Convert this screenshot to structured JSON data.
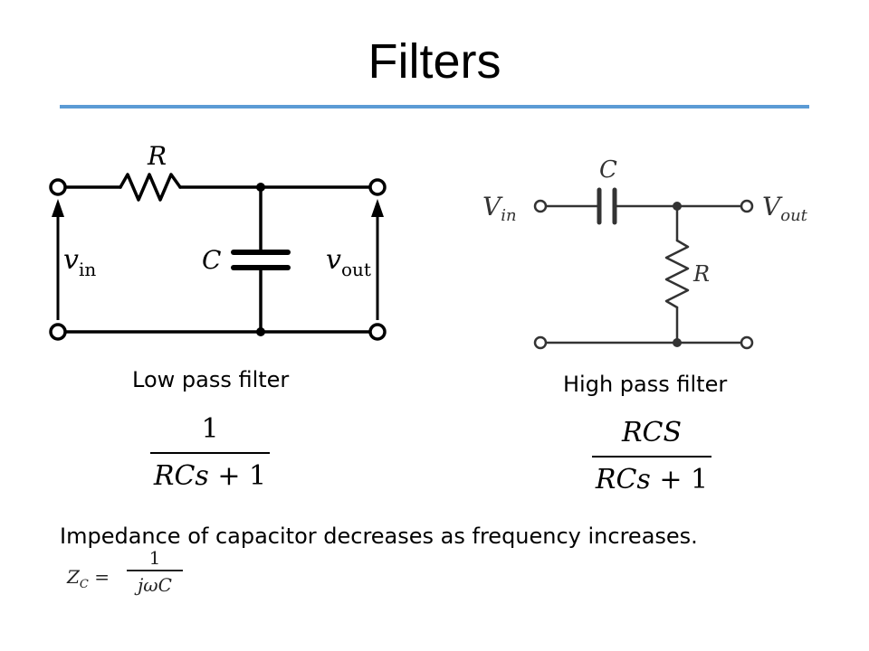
{
  "title": "Filters",
  "low_pass": {
    "caption": "Low pass filter",
    "labels": {
      "R": "R",
      "C": "C",
      "v_main": "v",
      "v_in_sub": "in",
      "v_out_sub": "out"
    },
    "tf_num": "1",
    "tf_den_italic": "RCs",
    "tf_den_rest": " + 1"
  },
  "high_pass": {
    "caption": "High pass filter",
    "labels": {
      "C": "C",
      "R": "R",
      "V_main": "V",
      "V_in_sub": "in",
      "V_out_sub": "out"
    },
    "tf_num": "RCS",
    "tf_den_italic": "RCs",
    "tf_den_rest": " + 1"
  },
  "note": "Impedance of capacitor decreases as frequency increases.",
  "impedance": {
    "lhs_main": "Z",
    "lhs_sub": "C",
    "lhs_eq": " =",
    "num": "1",
    "den": "jωC"
  },
  "colors": {
    "accent_rule": "#5b9bd5",
    "ink": "#000000",
    "grey_ink": "#333333"
  }
}
